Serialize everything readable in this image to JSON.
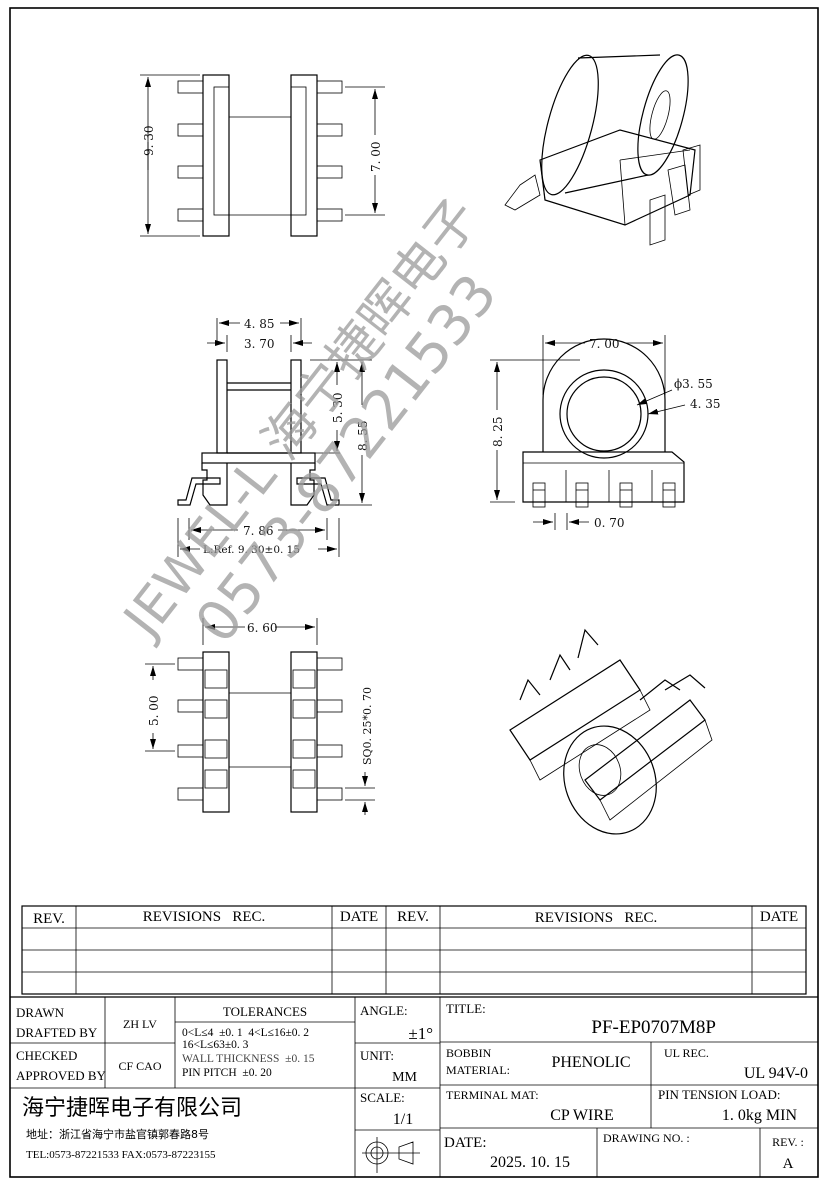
{
  "drawing": {
    "dimensions": {
      "top_view_height": "9. 30",
      "top_view_pin_span": "7. 00",
      "side_flange_outer": "4. 85",
      "side_flange_inner": "3. 70",
      "side_height_core": "5. 30",
      "side_height_total": "8. 55",
      "side_pin_span": "7. 86",
      "side_length_ref": "L:Ref.  9. 30±0. 15",
      "front_width": "7. 00",
      "front_height": "8. 25",
      "front_inner_dia": "ϕ3. 55",
      "front_outer_dia": "4. 35",
      "front_pin_width": "0. 70",
      "bottom_width": "6. 60",
      "bottom_pitch": "5. 00",
      "bottom_pin_size": "SQ0. 25*0. 70"
    },
    "watermark": {
      "line1": "JEWEL-L 海宁捷晖电子",
      "line2": "0573-87221533"
    }
  },
  "revisions": {
    "headers": [
      "REV.",
      "REVISIONS   REC.",
      "DATE",
      "REV.",
      "REVISIONS   REC.",
      "DATE"
    ]
  },
  "title_block": {
    "drawn_label_1": "DRAWN",
    "drawn_label_2": "DRAFTED BY",
    "drawn_value": "ZH LV",
    "checked_label_1": "CHECKED",
    "checked_label_2": "APPROVED BY",
    "checked_value": "CF CAO",
    "tolerances_title": "TOLERANCES",
    "tolerance_lines": [
      "0<L≤4  ±0. 1  4<L≤16±0. 2",
      "16<L≤63±0. 3",
      "WALL THICKNESS  ±0. 15",
      "PIN PITCH  ±0. 20"
    ],
    "angle_label": "ANGLE:",
    "angle_value": "±1°",
    "unit_label": "UNIT:",
    "unit_value": "MM",
    "scale_label": "SCALE:",
    "scale_value": "1/1",
    "company_name": "海宁捷晖电子有限公司",
    "address": "地址：浙江省海宁市盐官镇郭春路8号",
    "contact": "TEL:0573-87221533 FAX:0573-87223155",
    "title_label": "TITLE:",
    "title_value": "PF-EP0707M8P",
    "material_label_1": "BOBBIN",
    "material_label_2": "MATERIAL:",
    "material_value": "PHENOLIC",
    "ul_label": "UL REC.",
    "ul_value": "UL 94V-0",
    "terminal_label": "TERMINAL MAT:",
    "terminal_value": "CP WIRE",
    "pin_tension_label": "PIN TENSION LOAD:",
    "pin_tension_value": "1. 0kg MIN",
    "date_label": "DATE:",
    "date_value": "2025. 10. 15",
    "drawing_no_label": "DRAWING NO. :",
    "rev_label": "REV. :",
    "rev_value": "A"
  }
}
